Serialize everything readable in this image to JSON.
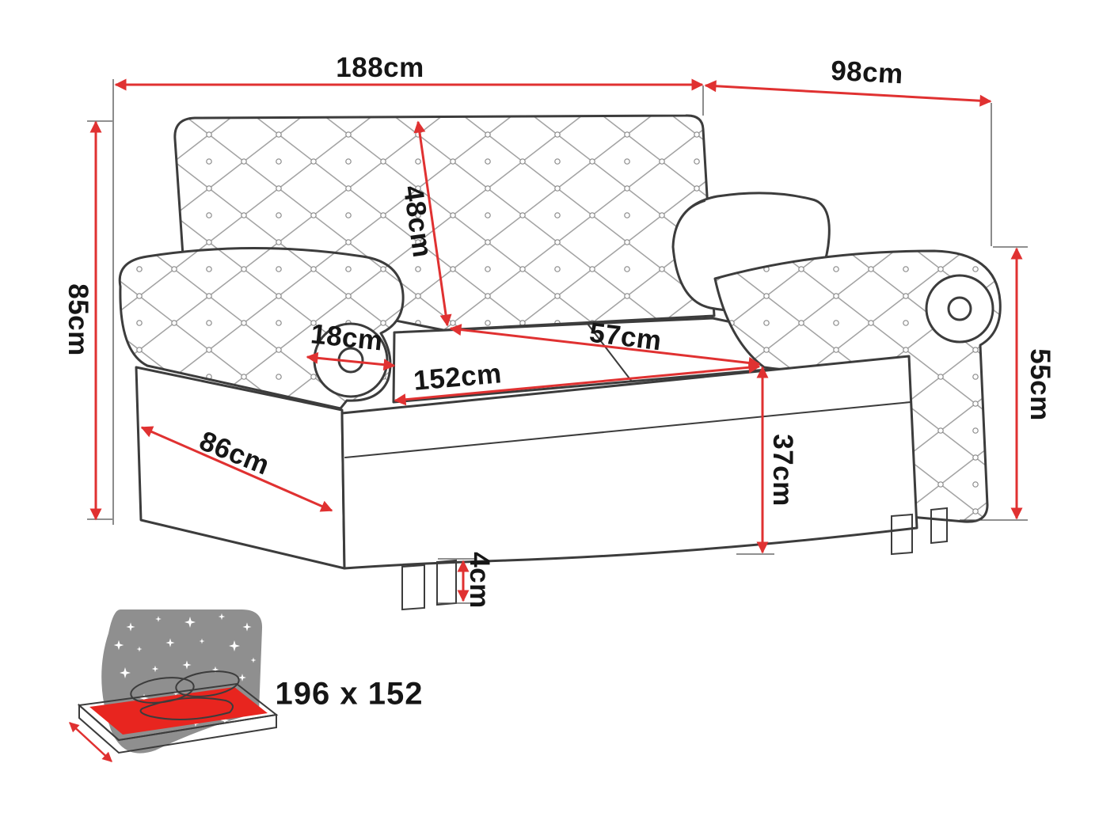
{
  "diagram": {
    "dims": {
      "width": "188cm",
      "depth": "98cm",
      "height": "85cm",
      "backrest_height": "48cm",
      "armrest_width": "18cm",
      "seat_depth": "57cm",
      "seat_width": "152cm",
      "side_depth": "86cm",
      "arm_height": "55cm",
      "seat_height": "37cm",
      "leg_height": "4cm"
    },
    "bed": {
      "sleeping_area": "196 x 152"
    },
    "colors": {
      "dimension_line": "#e03131",
      "outline": "#3c3c3c",
      "label_text": "#161616",
      "blanket": "#8f8f8f",
      "mattress_top": "#e8251f"
    }
  }
}
